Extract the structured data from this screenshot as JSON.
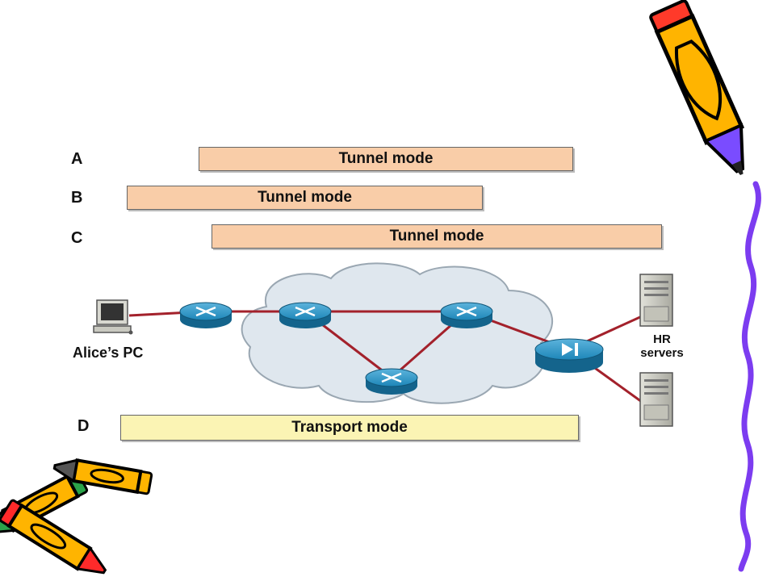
{
  "rows": [
    {
      "label": "A",
      "mode": "Tunnel mode"
    },
    {
      "label": "B",
      "mode": "Tunnel mode"
    },
    {
      "label": "C",
      "mode": "Tunnel mode"
    },
    {
      "label": "D",
      "mode": "Transport mode"
    }
  ],
  "nodes": {
    "pc_label": "Alice’s PC",
    "servers_label_line1": "HR",
    "servers_label_line2": "servers"
  },
  "colors": {
    "tunnel_bar": "#f9cda8",
    "transport_bar": "#fbf4b4",
    "link": "#a3212b",
    "router": "#1a7fb0",
    "cloud": "#dfe7ee",
    "squiggle": "#7c3cf0"
  },
  "icons": [
    "pencil-icon",
    "crayon-icon",
    "router-icon",
    "vpn-concentrator-icon",
    "computer-icon",
    "server-icon"
  ]
}
